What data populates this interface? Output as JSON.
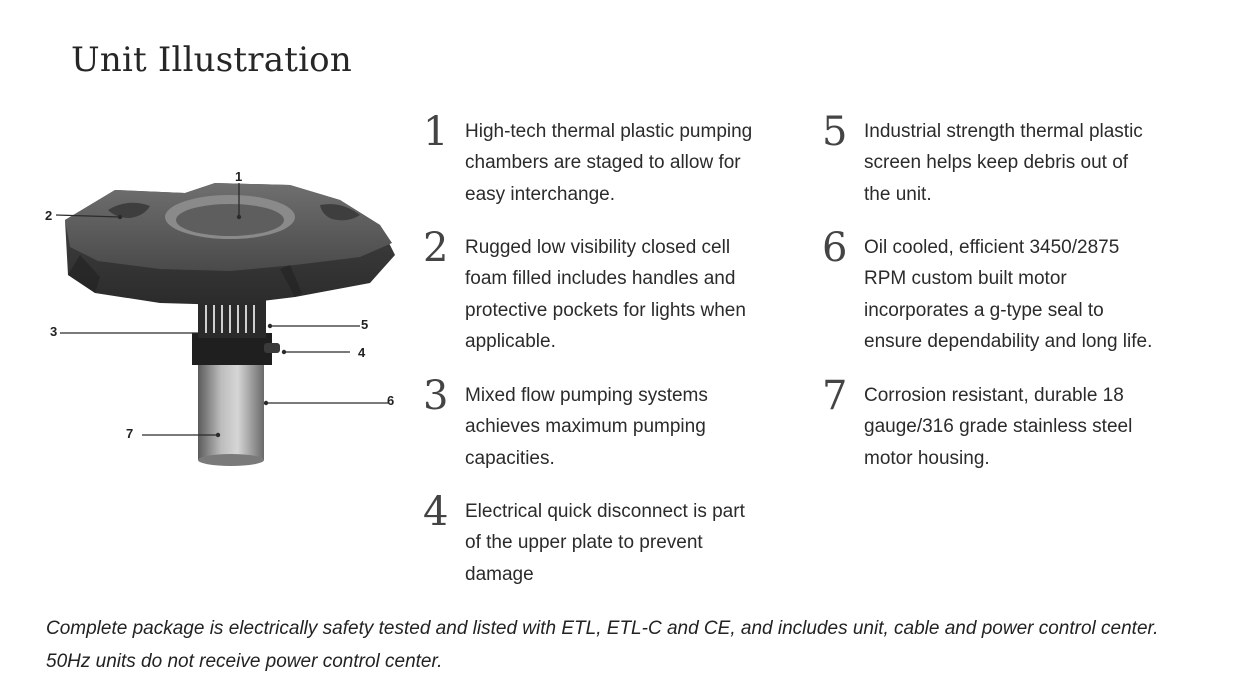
{
  "page": {
    "title": "Unit Illustration"
  },
  "illustration": {
    "callouts": [
      "1",
      "2",
      "3",
      "4",
      "5",
      "6",
      "7"
    ]
  },
  "features": [
    {
      "number": "1",
      "text": "High-tech thermal plastic pumping chambers are staged to allow for easy interchange."
    },
    {
      "number": "2",
      "text": "Rugged low visibility closed cell foam filled includes handles and protective pockets for lights when applicable."
    },
    {
      "number": "3",
      "text": "Mixed flow pumping systems achieves maximum pumping capacities."
    },
    {
      "number": "4",
      "text": "Electrical quick disconnect is part of the upper plate to prevent damage"
    },
    {
      "number": "5",
      "text": "Industrial strength thermal plastic screen helps keep debris out of the unit."
    },
    {
      "number": "6",
      "text": "Oil cooled, efficient 3450/2875 RPM custom built motor incorporates a g-type seal to ensure dependability and long life."
    },
    {
      "number": "7",
      "text": "Corrosion resistant, durable 18 gauge/316 grade stainless steel motor housing."
    }
  ],
  "footnote": {
    "line1": "Complete package is electrically safety tested and listed with ETL, ETL-C and CE, and includes unit, cable and power control center.",
    "line2": "50Hz units do not receive power control center."
  }
}
